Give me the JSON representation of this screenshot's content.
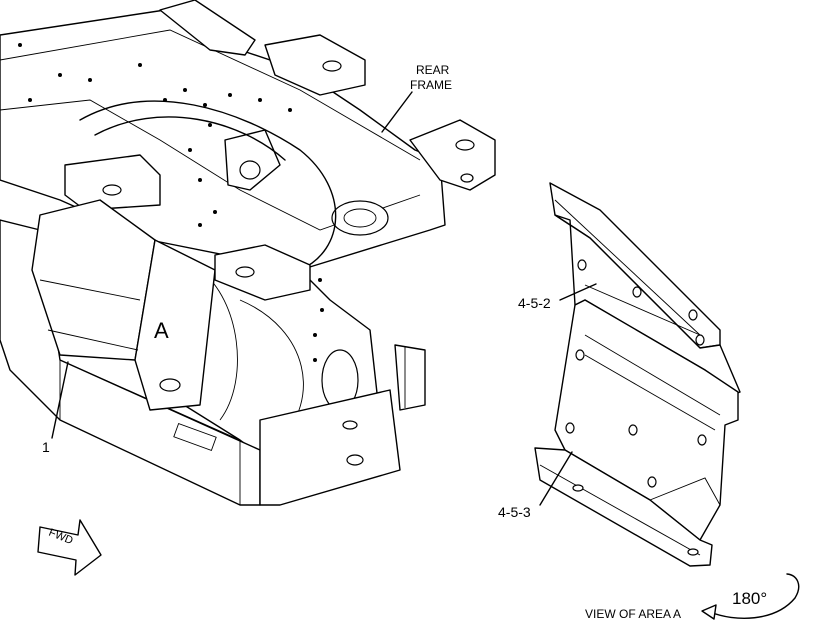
{
  "labels": {
    "rear_frame": [
      "REAR",
      "FRAME"
    ],
    "area": "A",
    "callout_1": "1",
    "callout_452": "4-5-2",
    "callout_453": "4-5-3",
    "fwd": "FWD",
    "view_caption": "VIEW OF AREA A",
    "rotation": "180°"
  },
  "colors": {
    "line": "#000000",
    "background": "#ffffff"
  }
}
